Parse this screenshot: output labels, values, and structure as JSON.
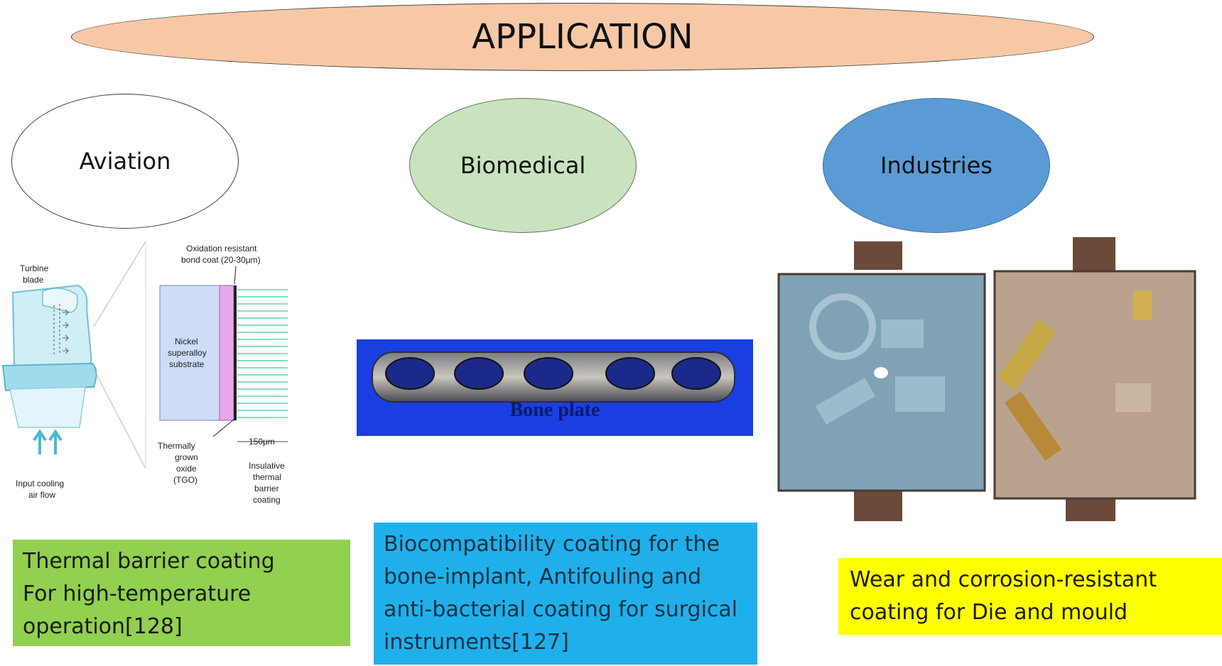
{
  "title": "APPLICATION",
  "categories": {
    "aviation": "Aviation",
    "biomedical": "Biomedical",
    "industries": "Industries"
  },
  "aviation_figure": {
    "labels": {
      "turbine_blade_1": "Turbine",
      "turbine_blade_2": "blade",
      "bond_coat_1": "Oxidation resistant",
      "bond_coat_2": "bond coat (20-30μm)",
      "substrate_1": "Nickel",
      "substrate_2": "superalloy",
      "substrate_3": "substrate",
      "tgo_1": "Thermally",
      "tgo_2": "grown",
      "tgo_3": "oxide",
      "tgo_4": "(TGO)",
      "thickness": "150μm",
      "tbc_1": "Insulative",
      "tbc_2": "thermal",
      "tbc_3": "barrier",
      "tbc_4": "coating",
      "cooling_1": "Input cooling",
      "cooling_2": "air flow"
    }
  },
  "bone_image": {
    "caption": "Bone plate"
  },
  "descriptions": {
    "aviation": [
      "Thermal barrier coating",
      "For high-temperature",
      "operation[128]"
    ],
    "biomedical": [
      "Biocompatibility coating for the",
      "bone-implant, Antifouling and",
      "anti-bacterial coating for surgical",
      "instruments[127]"
    ],
    "industries": [
      "Wear and corrosion-resistant",
      "coating for Die and mould"
    ]
  },
  "colors": {
    "application": "#f6c8a6",
    "biomedical": "#c8e3bd",
    "industries": "#5b9bd5",
    "aviation_box": "#92d050",
    "biomedical_box": "#1fb0ec",
    "industries_box": "#ffff00"
  }
}
